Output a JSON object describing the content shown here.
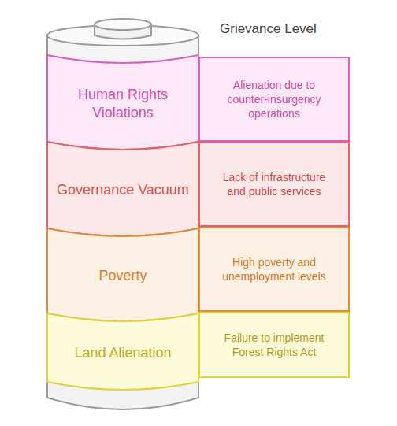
{
  "diagram": {
    "title": "Grievance Level",
    "nodes": [
      {
        "text": [
          "Human Rights Violations"
        ]
      },
      {
        "text": [
          "Alienation due to counter-insurgency operations"
        ]
      },
      {
        "text": [
          "Governance Vacuum"
        ]
      },
      {
        "text": [
          "Lack of infrastructure and public services"
        ]
      },
      {
        "text": [
          "Poverty"
        ]
      },
      {
        "text": [
          "High poverty and unemployment levels"
        ]
      },
      {
        "text": [
          "Land Alienation"
        ]
      },
      {
        "text": [
          "Failure to implement Forest Rights Act"
        ]
      }
    ]
  }
}
